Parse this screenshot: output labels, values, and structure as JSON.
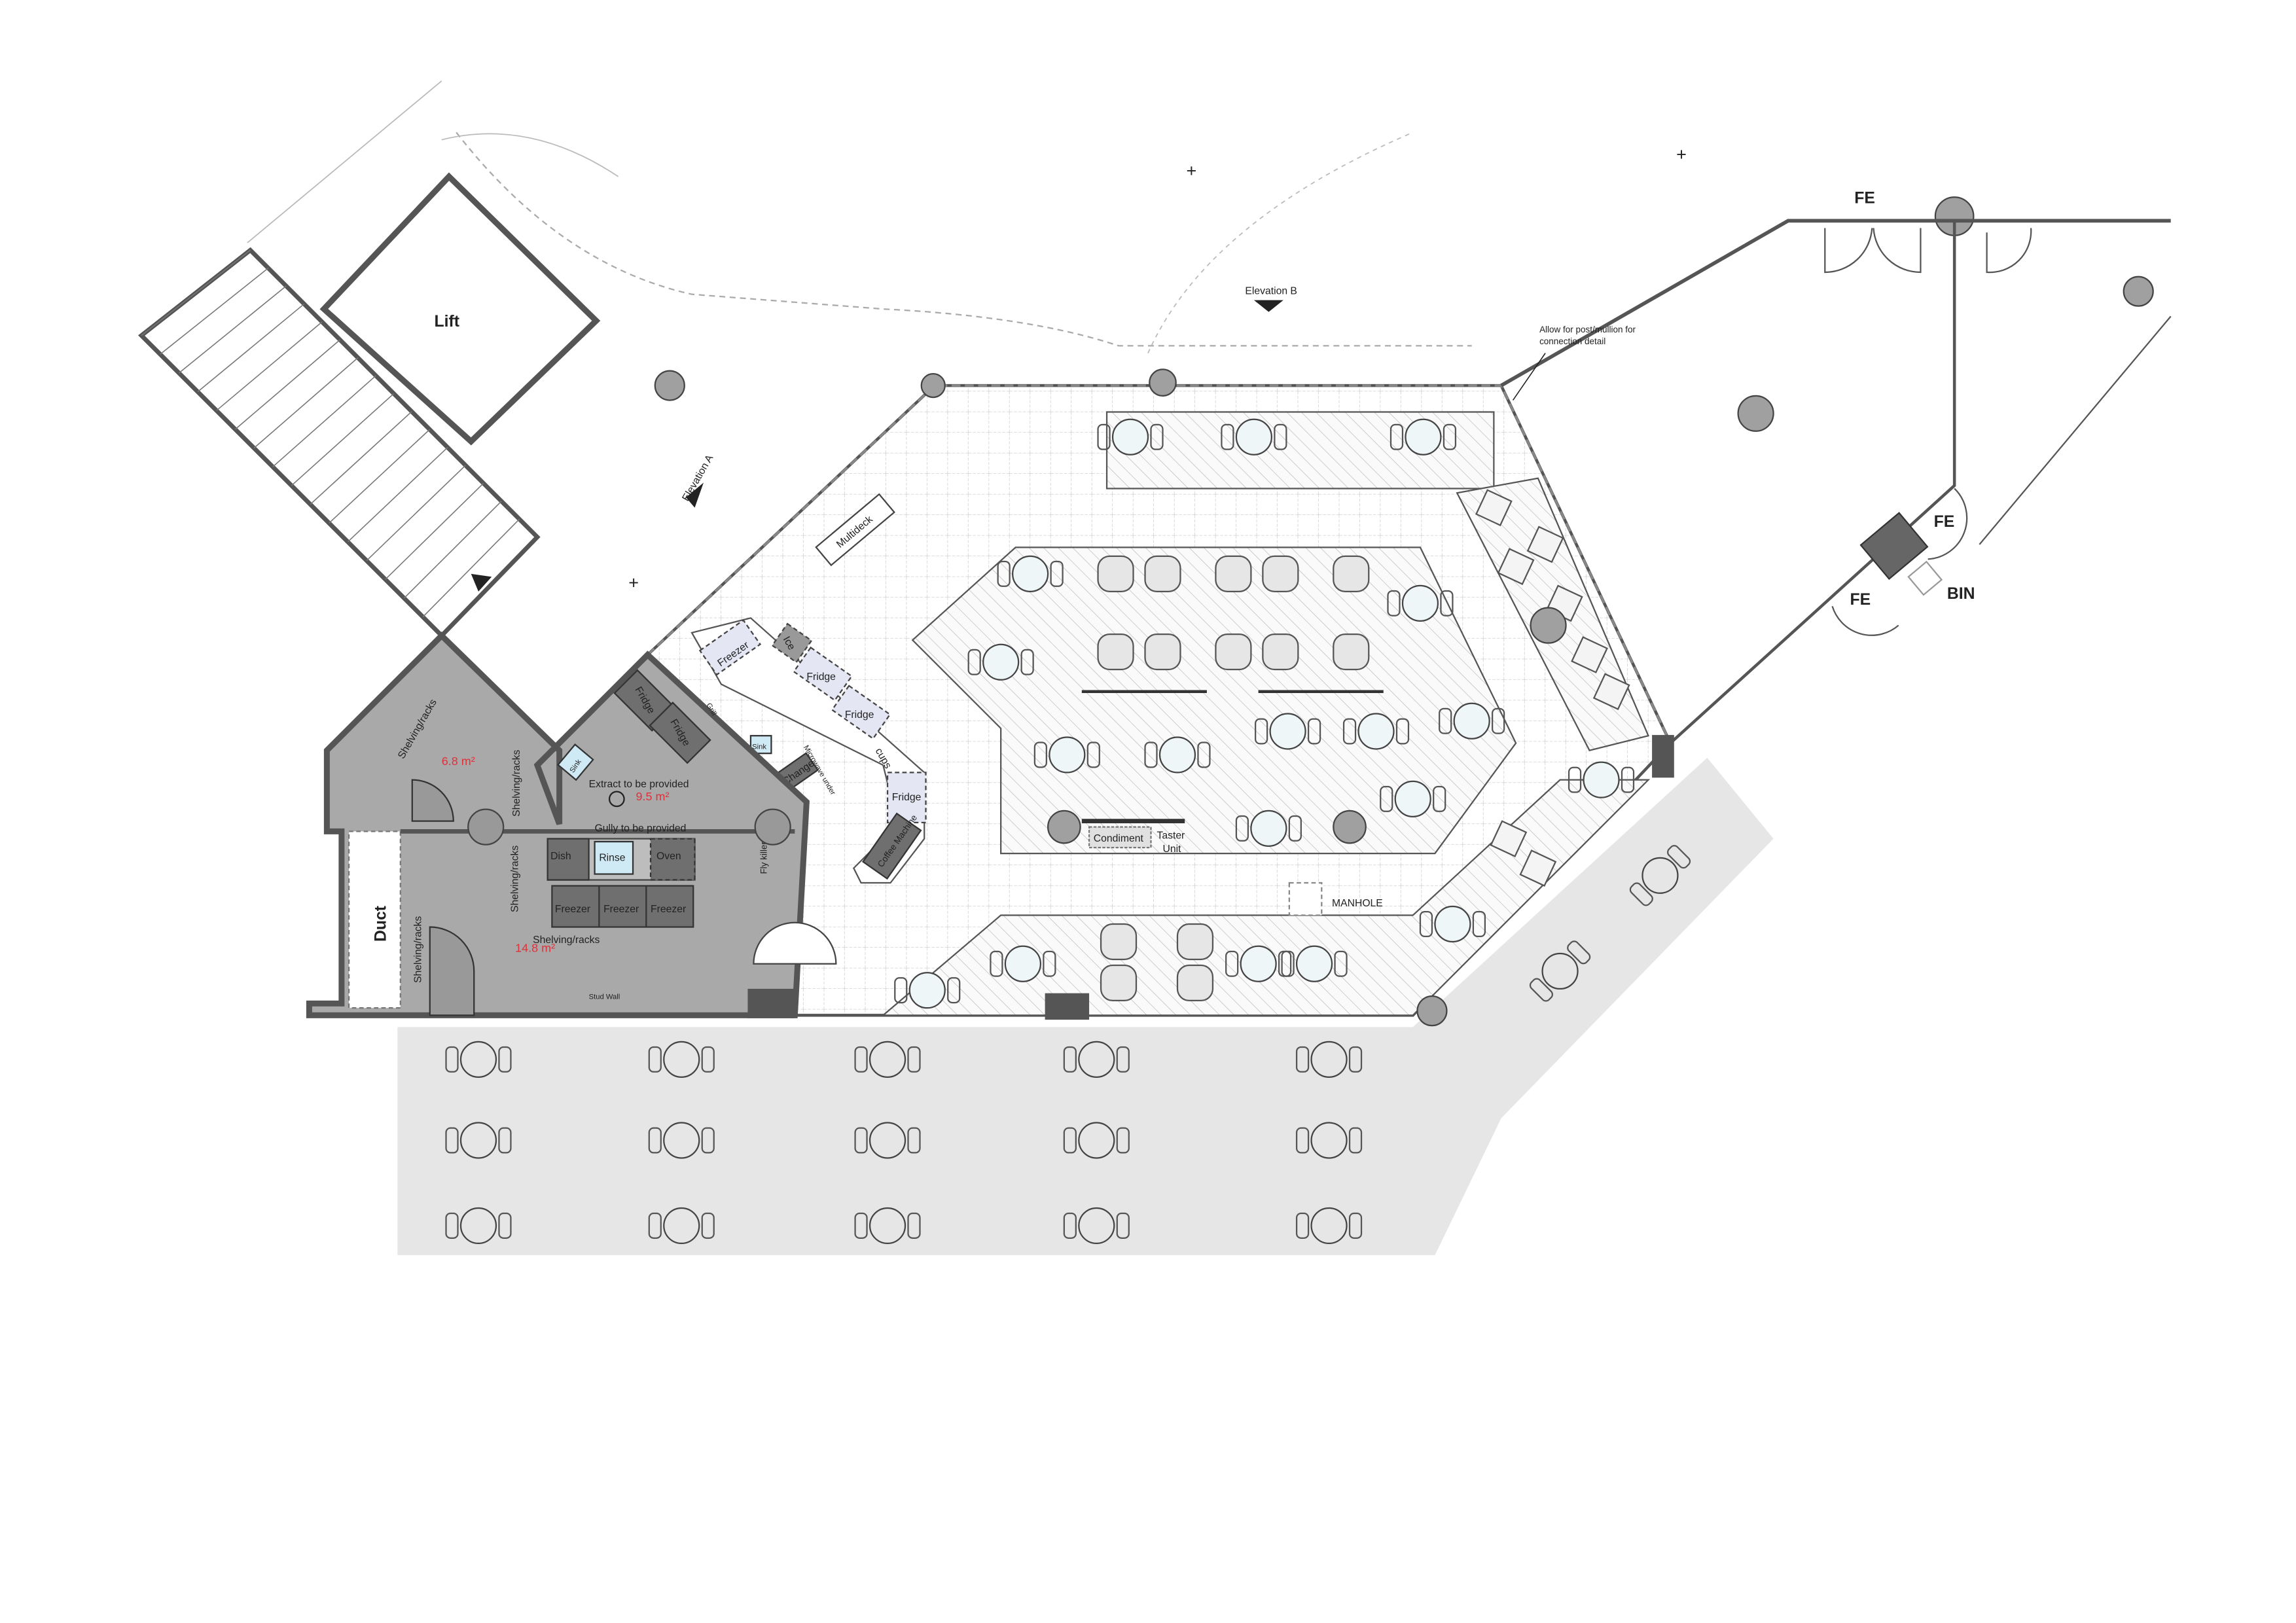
{
  "title_labels": {
    "lift": "Lift",
    "duct": "Duct",
    "elevation_a": "Elevation A",
    "elevation_b": "Elevation B",
    "manhole": "MANHOLE",
    "bin": "BIN",
    "fe": "FE"
  },
  "note": {
    "line1": "Allow for post/mullion for",
    "line2": "connection detail"
  },
  "areas": {
    "store_small": "6.8 m²",
    "kitchen": "9.5 m²",
    "store_large": "14.8 m²"
  },
  "kitchen": {
    "extract": "Extract to be provided",
    "gully": "Gully to be provided",
    "sink": "Sink",
    "dish": "Dish",
    "rinse": "Rinse",
    "oven": "Oven",
    "freezer": "Freezer",
    "fridge": "Fridge",
    "grill": "Grill",
    "fly_killer": "Fly killer",
    "shelving": "Shelving/racks",
    "stud_wall": "Stud Wall"
  },
  "counter": {
    "freezer": "Freezer",
    "ice": "Ice",
    "fridge": "Fridge",
    "sink": "Sink",
    "change": "Change",
    "microwave": "Microwave under",
    "cups": "cups",
    "coffee": "Coffee Machine",
    "multideck": "Multideck",
    "condiment": "Condiment",
    "taster_line1": "Taster",
    "taster_line2": "Unit"
  },
  "colors": {
    "area_text": "#e0303a",
    "kitchen_fill": "#a9a9a9",
    "terrace_fill": "#e6e6e6",
    "appliance_fill": "#6f6f6f",
    "counter_fill": "#e4e6f4",
    "sink_fill": "#cfe9f5"
  }
}
